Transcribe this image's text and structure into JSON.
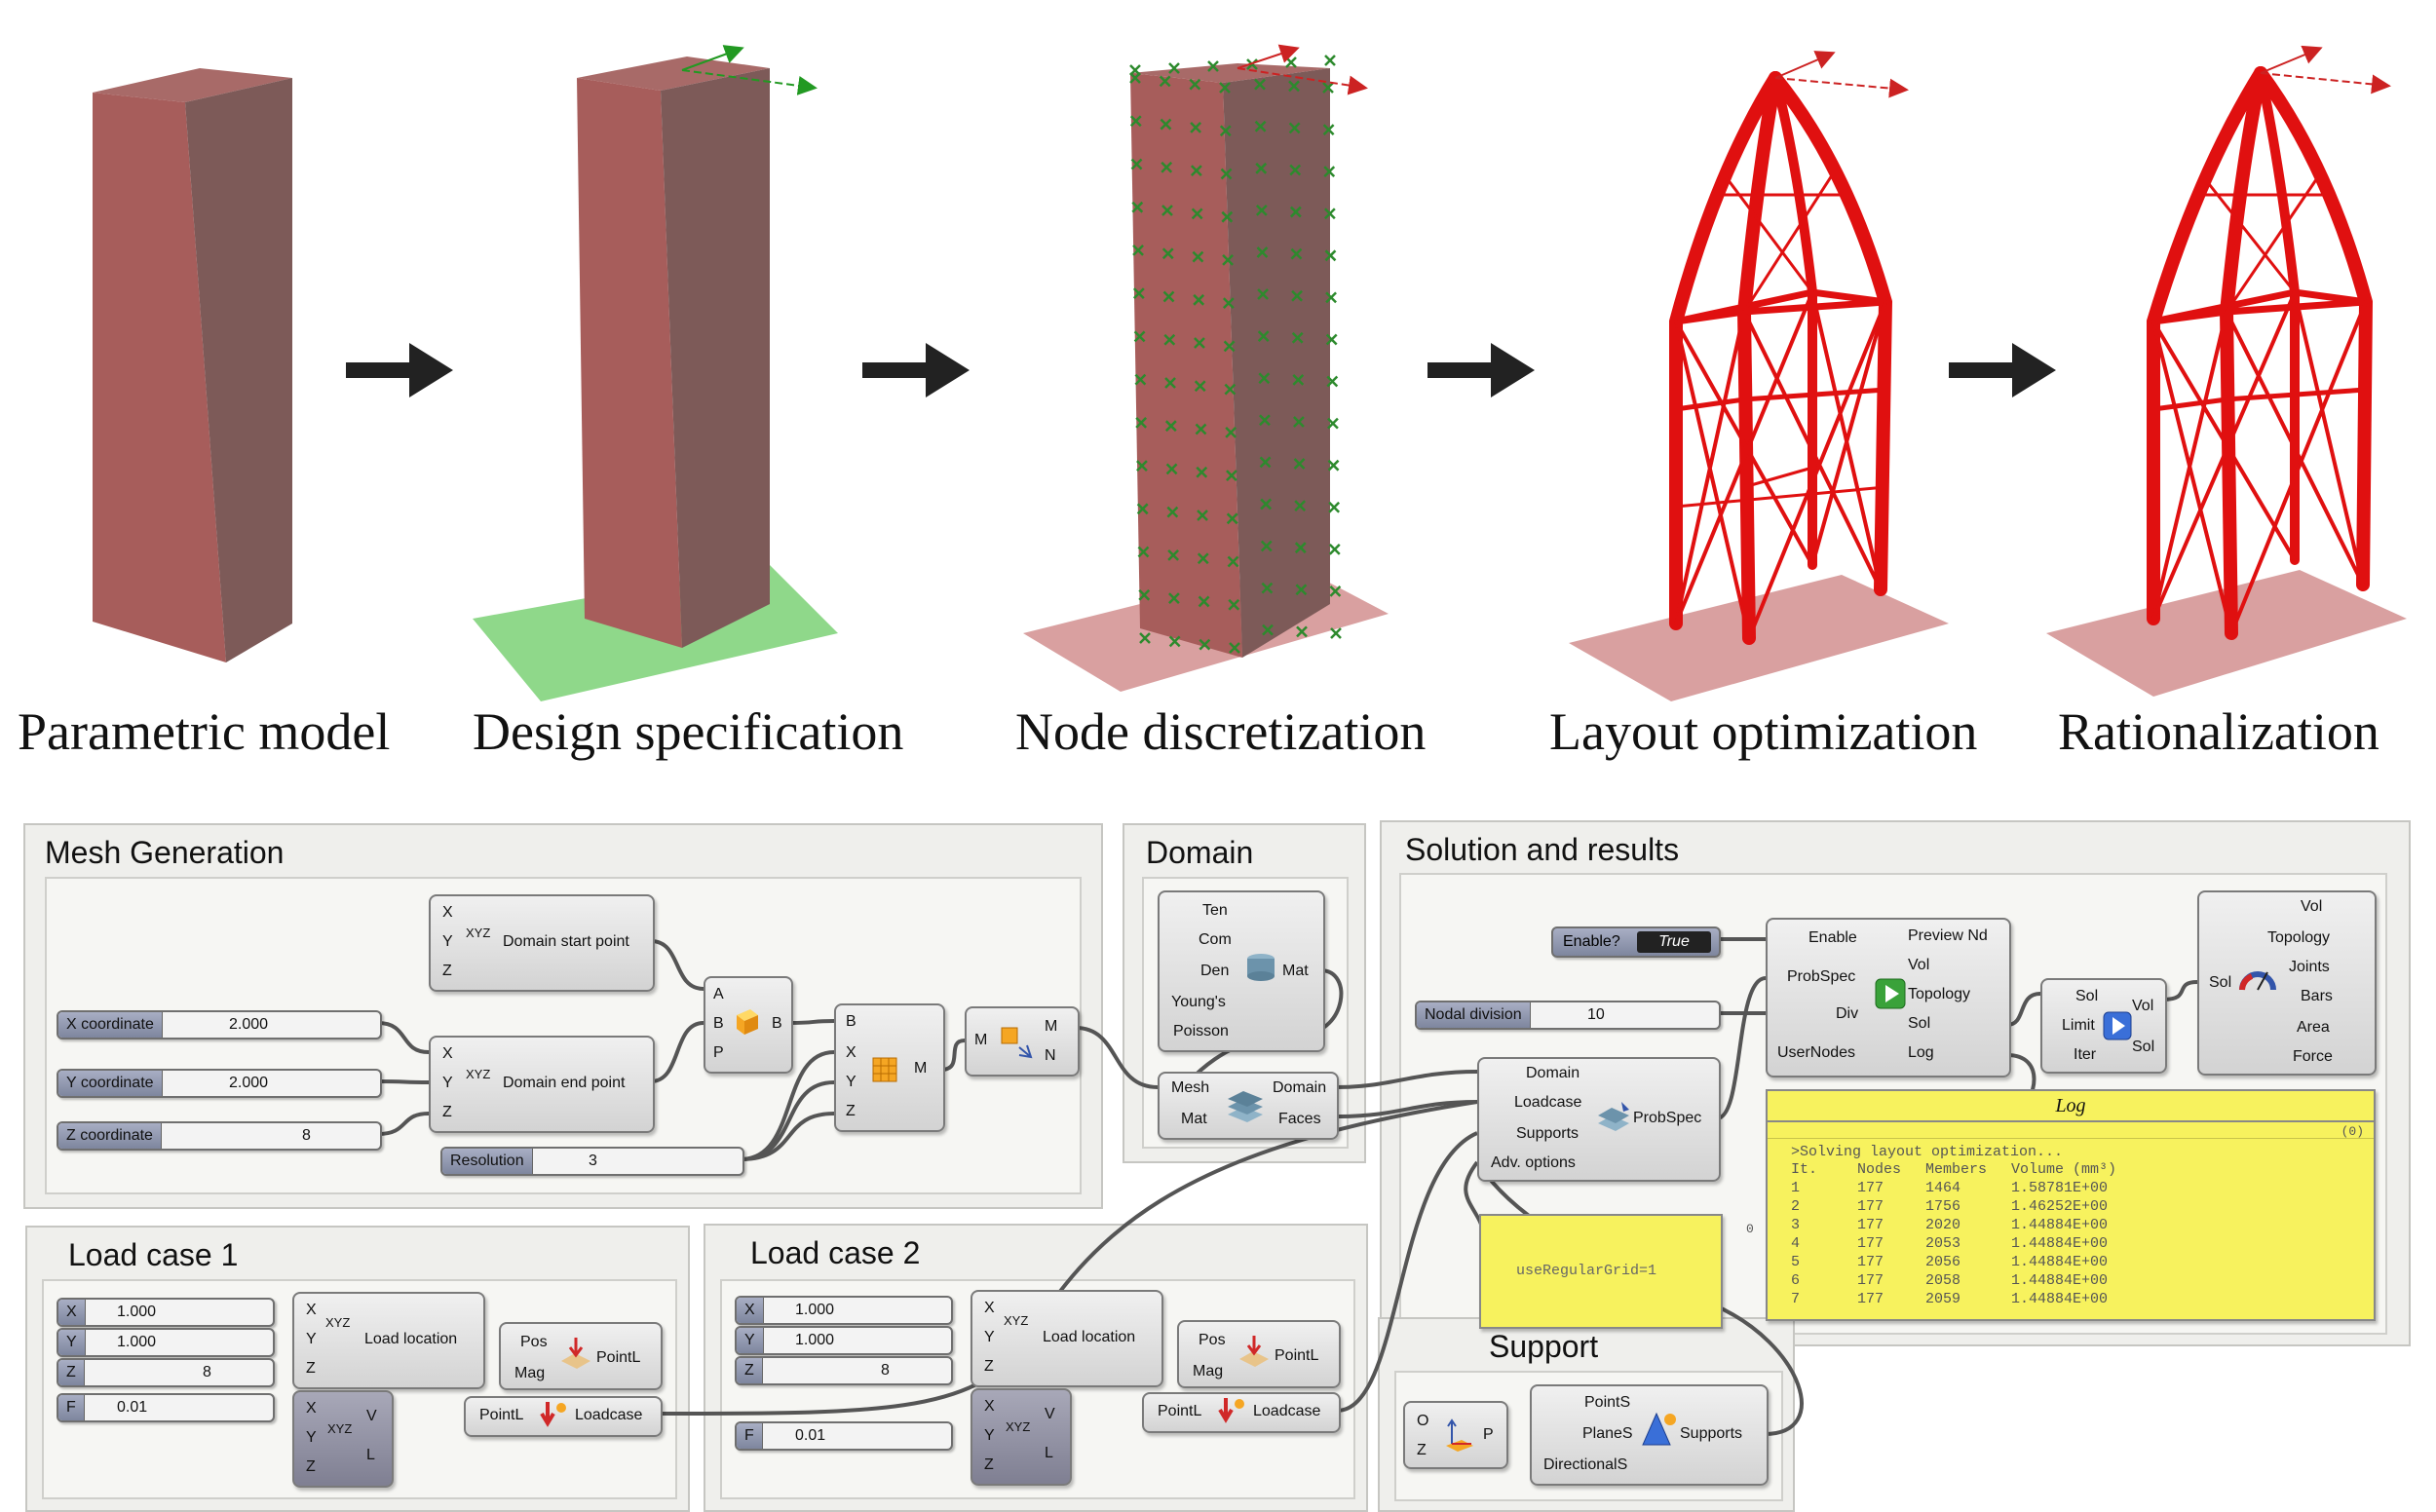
{
  "stages": [
    "Parametric model",
    "Design specification",
    "Node discretization",
    "Layout optimization",
    "Rationalization"
  ],
  "groups": {
    "mesh": "Mesh Generation",
    "domain": "Domain",
    "solution": "Solution and results",
    "load1": "Load case 1",
    "load2": "Load case 2",
    "support": "Support"
  },
  "ports": {
    "x": "X",
    "y": "Y",
    "z": "Z",
    "a": "A",
    "b": "B",
    "p": "P",
    "m": "M",
    "n": "N",
    "o": "O",
    "v": "V",
    "l": "L",
    "f": "F",
    "pos": "Pos",
    "mag": "Mag",
    "pointl": "PointL",
    "loadcase_out": "Loadcase",
    "ten": "Ten",
    "com": "Com",
    "den": "Den",
    "youngs": "Young's",
    "poisson": "Poisson",
    "mat": "Mat",
    "mesh": "Mesh",
    "faces": "Faces",
    "domain": "Domain",
    "loadcase_in": "Loadcase",
    "supports": "Supports",
    "adv_options": "Adv. options",
    "probspec": "ProbSpec",
    "enable": "Enable",
    "div": "Div",
    "usernodes": "UserNodes",
    "preview_nd": "Preview Nd",
    "vol": "Vol",
    "topology": "Topology",
    "sol": "Sol",
    "log": "Log",
    "limit": "Limit",
    "iter": "Iter",
    "joints": "Joints",
    "bars": "Bars",
    "area": "Area",
    "force": "Force",
    "points": "PointS",
    "planes": "PlaneS",
    "directionals": "DirectionalS"
  },
  "components": {
    "domain_start": "Domain start point",
    "domain_end": "Domain end point",
    "load_location": "Load location",
    "xyz": "XYZ"
  },
  "sliders": {
    "x_coord": {
      "label": "X coordinate",
      "value": "2.000"
    },
    "y_coord": {
      "label": "Y coordinate",
      "value": "2.000"
    },
    "z_coord": {
      "label": "Z coordinate",
      "value": "8"
    },
    "resolution": {
      "label": "Resolution",
      "value": "3"
    },
    "nodal_division": {
      "label": "Nodal division",
      "value": "10"
    },
    "lc1_x": {
      "label": "X",
      "value": "1.000"
    },
    "lc1_y": {
      "label": "Y",
      "value": "1.000"
    },
    "lc1_z": {
      "label": "Z",
      "value": "8"
    },
    "lc1_f": {
      "label": "F",
      "value": "0.01"
    },
    "lc2_x": {
      "label": "X",
      "value": "1.000"
    },
    "lc2_y": {
      "label": "Y",
      "value": "1.000"
    },
    "lc2_z": {
      "label": "Z",
      "value": "8"
    },
    "lc2_f": {
      "label": "F",
      "value": "0.01"
    }
  },
  "toggle": {
    "label": "Enable?",
    "value": "True"
  },
  "options_panel": {
    "text": "useRegularGrid=1"
  },
  "log": {
    "title": "Log",
    "index": "(0)",
    "branch": "0",
    "header_line": ">Solving layout optimization...",
    "columns": [
      "It.",
      "Nodes",
      "Members",
      "Volume (mm³)"
    ],
    "rows": [
      [
        "1",
        "177",
        "1464",
        "1.58781E+00"
      ],
      [
        "2",
        "177",
        "1756",
        "1.46252E+00"
      ],
      [
        "3",
        "177",
        "2020",
        "1.44884E+00"
      ],
      [
        "4",
        "177",
        "2053",
        "1.44884E+00"
      ],
      [
        "5",
        "177",
        "2056",
        "1.44884E+00"
      ],
      [
        "6",
        "177",
        "2058",
        "1.44884E+00"
      ],
      [
        "7",
        "177",
        "2059",
        "1.44884E+00"
      ]
    ]
  },
  "colors": {
    "box": "#a75d5b",
    "box_side": "#7d5a58",
    "ground_green": "#8fd88a",
    "ground_red": "#d9a0a0",
    "member": "#e01010",
    "node": "#2d8a2d",
    "log_bg": "#f7f25e"
  }
}
